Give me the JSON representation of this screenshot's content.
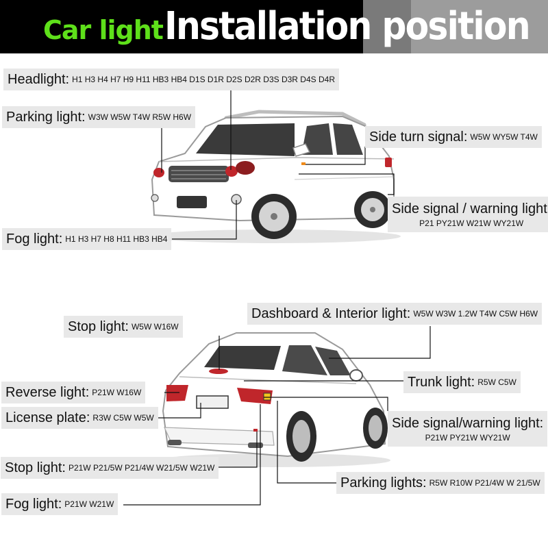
{
  "header": {
    "title_green": "Car light",
    "title_white": "Installation position"
  },
  "suv_labels": {
    "headlight": {
      "name": "Headlight:",
      "codes": "H1 H3 H4 H7 H9 H11 HB3 HB4 D1S D1R D2S D2R D3S D3R D4S D4R"
    },
    "parking": {
      "name": "Parking light:",
      "codes": "W3W W5W T4W R5W H6W"
    },
    "side_turn": {
      "name": "Side turn signal:",
      "codes": "W5W WY5W T4W"
    },
    "side_signal": {
      "name": "Side signal / warning light:",
      "codes": "P21 PY21W W21W WY21W"
    },
    "fog": {
      "name": "Fog light:",
      "codes": "H1 H3 H7 H8 H11 HB3 HB4"
    }
  },
  "sedan_labels": {
    "dashboard": {
      "name": "Dashboard & Interior light:",
      "codes": "W5W W3W 1.2W T4W C5W H6W"
    },
    "stop_top": {
      "name": "Stop light:",
      "codes": "W5W W16W"
    },
    "trunk": {
      "name": "Trunk light:",
      "codes": "R5W C5W"
    },
    "reverse": {
      "name": "Reverse light:",
      "codes": "P21W W16W"
    },
    "license": {
      "name": "License plate:",
      "codes": "R3W C5W W5W"
    },
    "side_signal": {
      "name": "Side signal/warning light:",
      "codes": "P21W PY21W WY21W"
    },
    "stop_bottom": {
      "name": "Stop light:",
      "codes": "P21W P21/5W P21/4W W21/5W W21W"
    },
    "parking": {
      "name": "Parking lights:",
      "codes": "R5W R10W P21/4W W 21/5W"
    },
    "fog": {
      "name": "Fog light:",
      "codes": "P21W W21W"
    }
  },
  "colors": {
    "banner_bg": "#000000",
    "title_green": "#5ee01a",
    "label_bg": "#e8e8e8",
    "leader_line": "#111111",
    "lamp_red": "#c0262b"
  },
  "icons": [
    "suv-illustration",
    "sedan-illustration"
  ]
}
